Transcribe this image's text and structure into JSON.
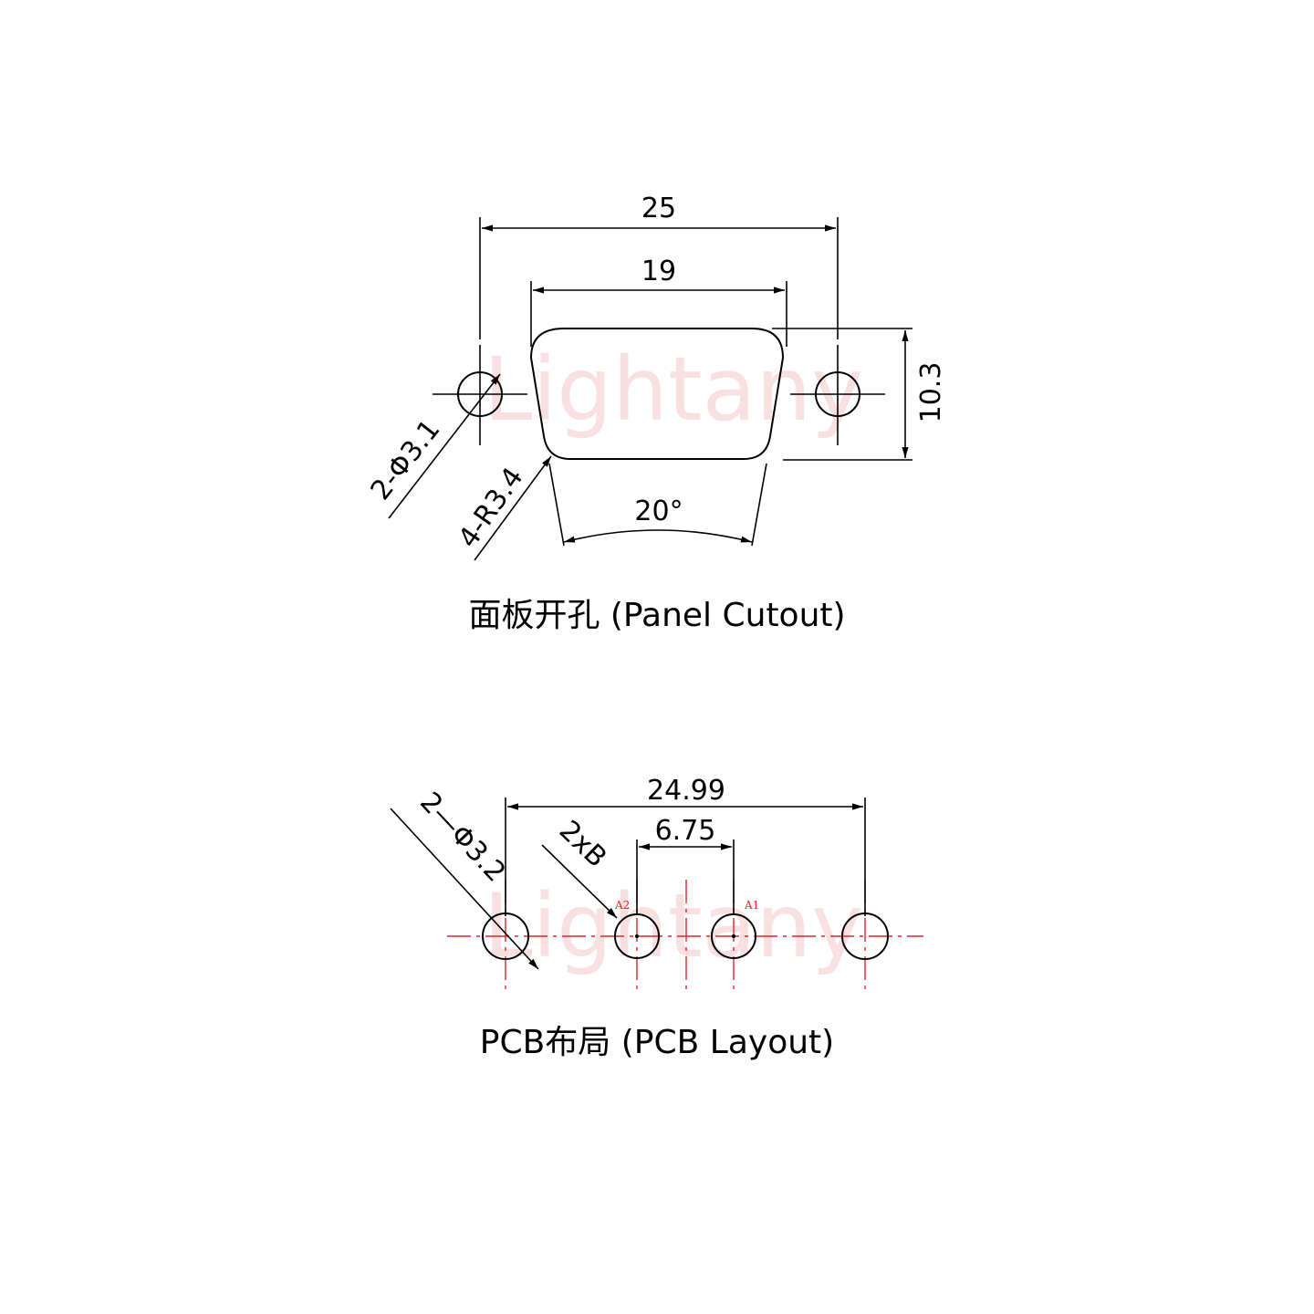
{
  "panel_cutout": {
    "dim_overall": "25",
    "dim_width": "19",
    "dim_height": "10.3",
    "dim_holes": "2-Φ3.1",
    "dim_radius": "4-R3.4",
    "dim_angle": "20°",
    "caption": "面板开孔 (Panel Cutout)"
  },
  "pcb_layout": {
    "dim_overall": "24.99",
    "dim_pitch": "6.75",
    "dim_holes": "2—Φ3.2",
    "dim_pins": "2xB",
    "pin_a2": "A2",
    "pin_a1": "A1",
    "caption": "PCB布局 (PCB Layout)"
  },
  "watermark": "Lightany",
  "colors": {
    "line": "#000000",
    "centerline": "#e8212a",
    "watermark": "#f4c8c8"
  }
}
